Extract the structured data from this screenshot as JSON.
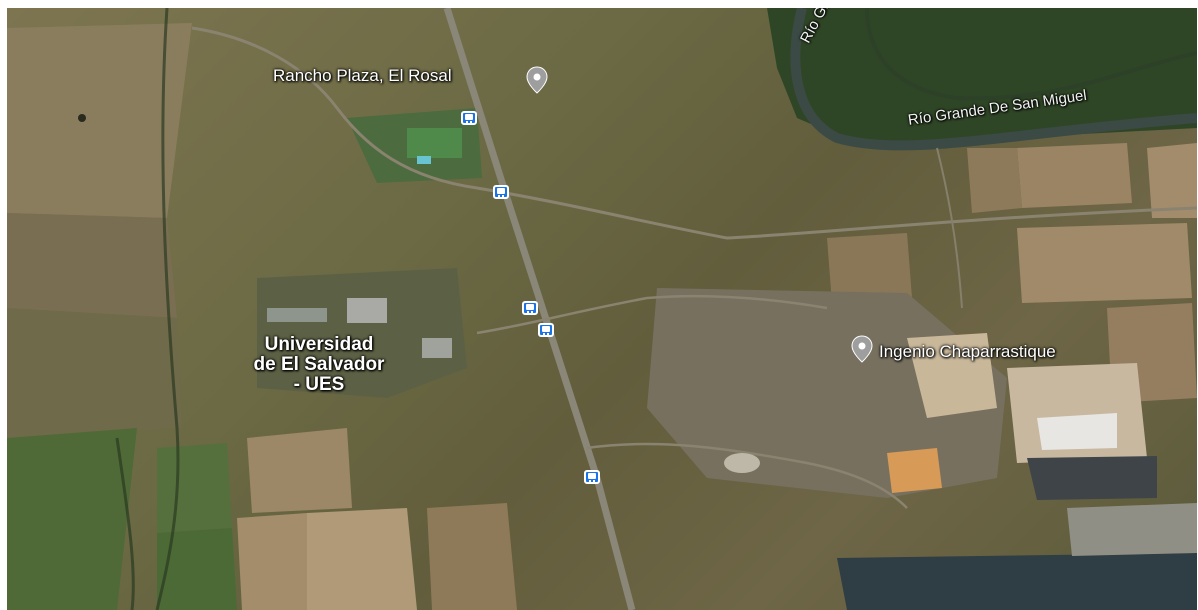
{
  "map": {
    "type": "satellite",
    "places": {
      "rancho_plaza": "Rancho Plaza, El Rosal",
      "ingenio": "Ingenio Chaparrastique",
      "universidad_line1": "Universidad",
      "universidad_line2": "de El Salvador",
      "universidad_line3": "- UES"
    },
    "rivers": {
      "rio_grande_short": "Río Grande",
      "rio_grande_full": "Río Grande De San Miguel"
    },
    "icons": {
      "place_pin": "map-pin-icon",
      "transit": "bus-stop-icon"
    },
    "colors": {
      "transit_badge": "#1a73e8",
      "pin": "#9e9e9e"
    }
  }
}
